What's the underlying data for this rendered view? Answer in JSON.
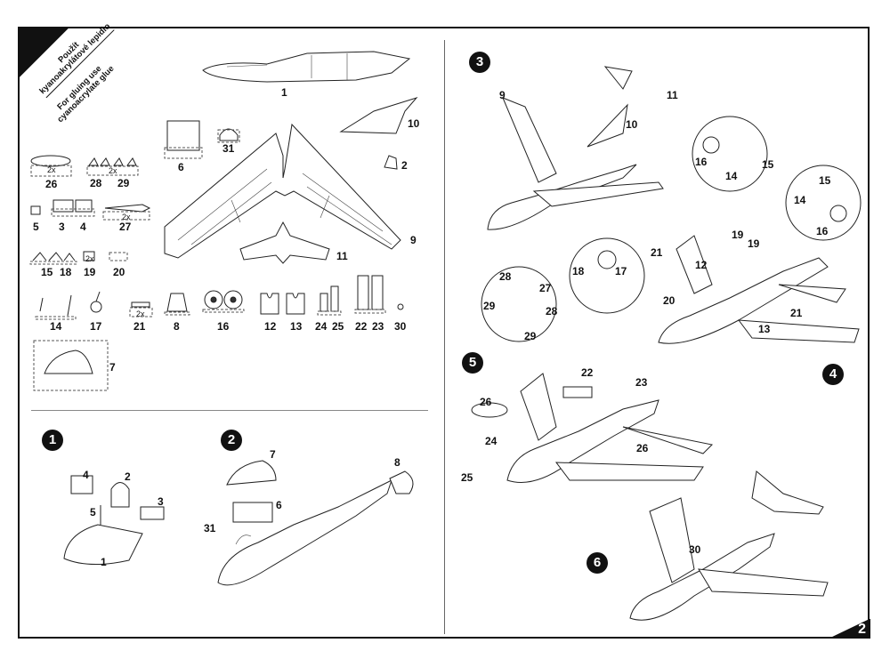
{
  "glue_note": {
    "czech_line1": "Použít",
    "czech_line2": "kyanoakrylátové lepidlo",
    "english_line1": "For gluing use",
    "english_line2": "cyanoacrylate glue"
  },
  "parts": {
    "p1": "1",
    "p10": "10",
    "p2": "2",
    "p31": "31",
    "p6": "6",
    "p9": "9",
    "p11": "11",
    "p26": "26",
    "p26_qty": "2x",
    "p28": "28",
    "p29": "29",
    "p2829_qty": "2x",
    "p5": "5",
    "p3": "3",
    "p4": "4",
    "p27": "27",
    "p27_qty": "2x",
    "p15": "15",
    "p18": "18",
    "p19": "19",
    "p19_qty": "2x",
    "p20": "20",
    "p14": "14",
    "p17": "17",
    "p21": "21",
    "p21_qty": "2x",
    "p8": "8",
    "p16": "16",
    "p12": "12",
    "p13": "13",
    "p24": "24",
    "p25": "25",
    "p22": "22",
    "p23": "23",
    "p30": "30",
    "p7": "7"
  },
  "steps": {
    "s1": "1",
    "s2": "2",
    "s3": "3",
    "s4": "4",
    "s5": "5",
    "s6": "6"
  },
  "callouts": {
    "st1": [
      "4",
      "2",
      "5",
      "3",
      "1"
    ],
    "st2": [
      "7",
      "8",
      "6",
      "31"
    ],
    "st3": [
      "9",
      "11",
      "10",
      "16",
      "15",
      "14",
      "15",
      "14",
      "16",
      "21",
      "12",
      "19",
      "19",
      "18",
      "17",
      "20",
      "21",
      "13"
    ],
    "st5": [
      "28",
      "27",
      "29",
      "28",
      "29",
      "22",
      "23",
      "26",
      "24",
      "25",
      "26"
    ],
    "st6": [
      "30"
    ]
  },
  "page_number": "2"
}
